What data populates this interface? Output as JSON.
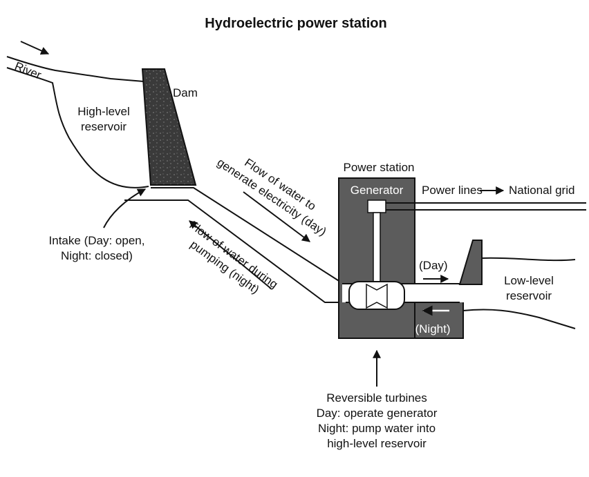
{
  "title": "Hydroelectric power station",
  "labels": {
    "river": "River",
    "dam": "Dam",
    "high_reservoir_line1": "High-level",
    "high_reservoir_line2": "reservoir",
    "power_station": "Power station",
    "generator": "Generator",
    "power_lines": "Power lines",
    "national_grid": "National grid",
    "flow_down_line1": "Flow of water to",
    "flow_down_line2": "generate electricity (day)",
    "flow_up_line1": "Flow of water during",
    "flow_up_line2": "pumping (night)",
    "intake_line1": "Intake (Day: open,",
    "intake_line2": "Night: closed)",
    "day": "(Day)",
    "night": "(Night)",
    "low_reservoir_line1": "Low-level",
    "low_reservoir_line2": "reservoir",
    "turbines_line1": "Reversible turbines",
    "turbines_line2": "Day: operate generator",
    "turbines_line3": "Night: pump water into",
    "turbines_line4": "high-level reservoir"
  },
  "colors": {
    "ink": "#111111",
    "station_fill": "#5c5c5c",
    "dam_fill": "#3a3a3a",
    "background": "#ffffff"
  }
}
